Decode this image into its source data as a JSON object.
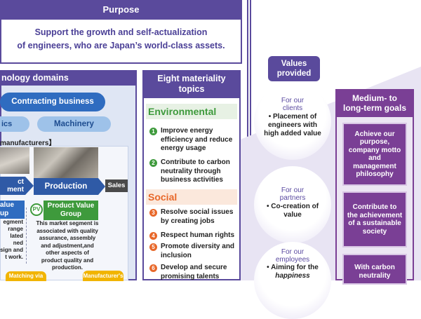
{
  "purpose": {
    "title": "Purpose",
    "line1": "Support the growth and self-actualization",
    "line2": "of engineers, who are Japan’s world-class assets."
  },
  "tech": {
    "title": "nology domains",
    "contracting": "Contracting business",
    "left_pill": "ics",
    "machinery": "Machinery",
    "manufacturers": "manufacturers】",
    "left_block": "ct\nment",
    "production": "Production",
    "sales": "Sales",
    "value_group": "alue\nup",
    "segment_text": "egment\nrange\nlated\nned\nsign and\nt work.",
    "pv_badge": "PV",
    "pv_title": "Product Value\nGroup",
    "pv_desc": "This market segment is associated with quality assurance, assembly and adjustment,and other aspects of product quality and production.",
    "matching": "Matching via",
    "manufacturer": "Manufacturer's"
  },
  "materiality": {
    "title_line1": "Eight materiality",
    "title_line2": "topics",
    "env_title": "Environmental",
    "social_title": "Social",
    "items": [
      {
        "n": "1",
        "text": "Improve energy efficiency and reduce energy usage"
      },
      {
        "n": "2",
        "text": "Contribute to carbon neutrality through business activities"
      },
      {
        "n": "3",
        "text": "Resolve social issues by creating jobs"
      },
      {
        "n": "4",
        "text": "Respect human rights"
      },
      {
        "n": "5",
        "text": "Promote diversity and inclusion"
      },
      {
        "n": "6",
        "text": "Develop and secure promising talents"
      }
    ]
  },
  "values": {
    "title_line1": "Values",
    "title_line2": "provided",
    "circles": [
      {
        "h1": "For our",
        "h2": "clients",
        "text": "• Placement of engineers with high added value"
      },
      {
        "h1": "For our",
        "h2": "partners",
        "text": "• Co-creation of value"
      },
      {
        "h1": "For our",
        "h2": "employees",
        "text": "• Aiming for the",
        "italic": "happiness"
      }
    ]
  },
  "goals": {
    "title_line1": "Medium- to",
    "title_line2": "long-term goals",
    "items": [
      "Achieve our purpose, company motto and management philosophy",
      "Contribute to the achievement of a sustainable society",
      "With carbon neutrality"
    ]
  },
  "colors": {
    "purple": "#5a4a9c",
    "goal_purple": "#7a3f95",
    "green": "#3e9a3c",
    "orange": "#e8682a",
    "blue": "#2f6cc0"
  }
}
